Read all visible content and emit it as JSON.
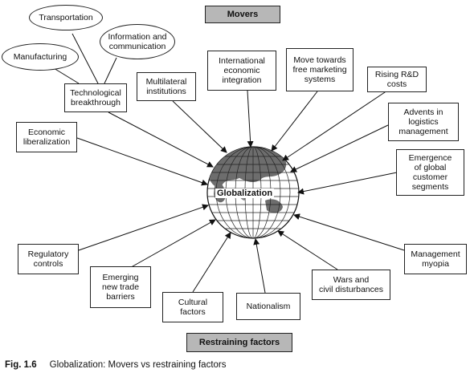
{
  "headers": {
    "movers": "Movers",
    "restraining": "Restraining factors"
  },
  "center": "Globalization",
  "tech_subitems": {
    "transportation": "Transportation",
    "info_comm": "Information and\ncommunication",
    "manufacturing": "Manufacturing"
  },
  "movers": {
    "technological": "Technological\nbreakthrough",
    "multilateral": "Multilateral\ninstitutions",
    "international": "International\neconomic\nintegration",
    "free_marketing": "Move towards\nfree marketing\nsystems",
    "rising_rd": "Rising R&D\ncosts",
    "logistics": "Advents in\nlogistics\nmanagement",
    "global_segments": "Emergence\nof global\ncustomer\nsegments",
    "economic_lib": "Economic\nliberalization"
  },
  "restraining": {
    "regulatory": "Regulatory\ncontrols",
    "trade_barriers": "Emerging\nnew trade\nbarriers",
    "cultural": "Cultural\nfactors",
    "nationalism": "Nationalism",
    "wars": "Wars and\ncivil disturbances",
    "myopia": "Management\nmyopia"
  },
  "caption": {
    "fig": "Fig. 1.6",
    "text": "Globalization: Movers vs restraining factors"
  }
}
